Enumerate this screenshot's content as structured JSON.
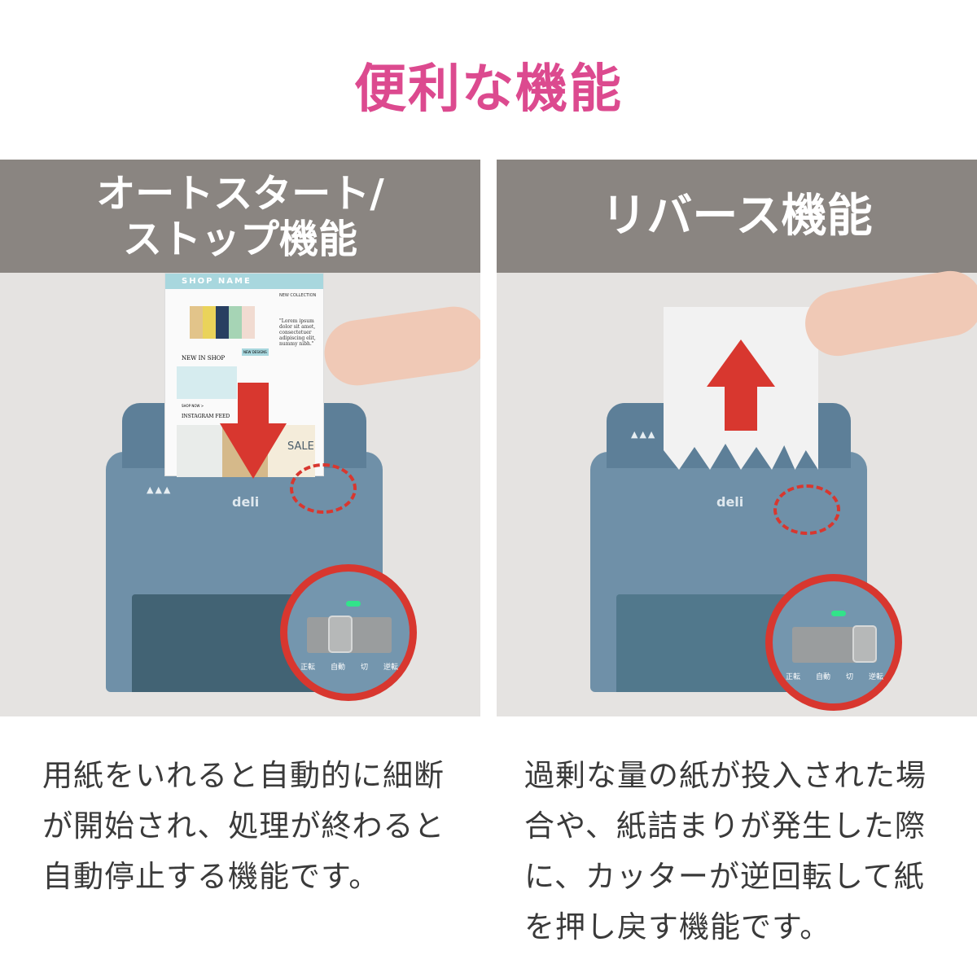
{
  "title": "便利な機能",
  "panels": [
    {
      "header_line1": "オートスタート/",
      "header_line2": "ストップ機能",
      "description": "用紙をいれると自動的に細断が開始され、処理が終わると自動停止する機能です。"
    },
    {
      "header": "リバース機能",
      "description": "過剰な量の紙が投入された場合や、紙詰まりが発生した際に、カッターが逆回転して紙を押し戻す機能です。"
    }
  ],
  "product": {
    "logo": "deli",
    "switch_labels": [
      "正転",
      "自動",
      "切",
      "逆転"
    ]
  },
  "flyer": {
    "shop_name": "SHOP NAME",
    "new_collection": "NEW COLLECTION",
    "quote": "\"Lorem ipsum dolor sit amet, consectetuer adipiscing elit, nummy nibh.\"",
    "new_designs": "NEW DESIGNS",
    "new_in_shop": "NEW IN SHOP",
    "shop_now": "SHOP NOW >",
    "instagram_feed": "INSTAGRAM FEED",
    "sale": "SALE"
  },
  "colors": {
    "title": "#dc4a8f",
    "header_bg": "#8a8581",
    "arrow": "#d8372f",
    "led": "#32e38a",
    "shredder": "#6f90a8"
  }
}
